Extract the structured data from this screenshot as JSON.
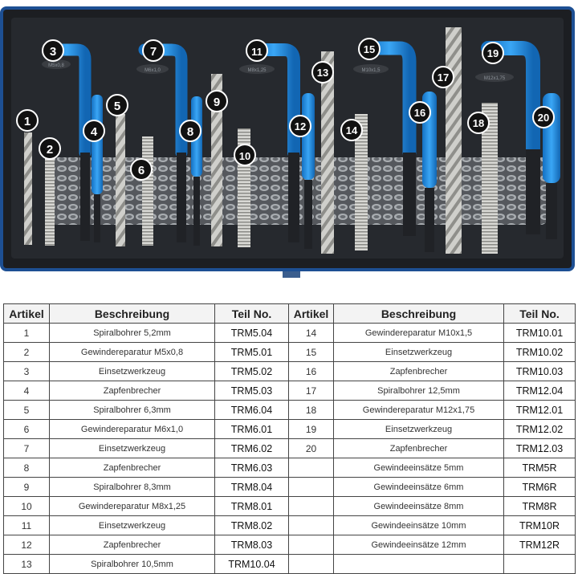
{
  "photo": {
    "badges": [
      "1",
      "2",
      "3",
      "4",
      "5",
      "6",
      "7",
      "8",
      "9",
      "10",
      "11",
      "12",
      "13",
      "14",
      "15",
      "16",
      "17",
      "18",
      "19",
      "20"
    ],
    "tool_engravings": [
      "M5x0,8",
      "M6x1,0",
      "M8x1,25",
      "M10x1,5",
      "M12x1,75"
    ],
    "colors": {
      "case": "#1c1e22",
      "tray": "#26292e",
      "handle_blue": "#1f8fe6",
      "steel": "#c9c9c5",
      "case_border": "#1d4f93"
    }
  },
  "table": {
    "headers": [
      "Artikel",
      "Beschreibung",
      "Teil No.",
      "Artikel",
      "Beschreibung",
      "Teil No."
    ],
    "left_rows": [
      {
        "artikel": "1",
        "beschreibung": "Spiralbohrer 5,2mm",
        "teil": "TRM5.04"
      },
      {
        "artikel": "2",
        "beschreibung": "Gewindereparatur M5x0,8",
        "teil": "TRM5.01"
      },
      {
        "artikel": "3",
        "beschreibung": "Einsetzwerkzeug",
        "teil": "TRM5.02"
      },
      {
        "artikel": "4",
        "beschreibung": "Zapfenbrecher",
        "teil": "TRM5.03"
      },
      {
        "artikel": "5",
        "beschreibung": "Spiralbohrer 6,3mm",
        "teil": "TRM6.04"
      },
      {
        "artikel": "6",
        "beschreibung": "Gewindereparatur M6x1,0",
        "teil": "TRM6.01"
      },
      {
        "artikel": "7",
        "beschreibung": "Einsetzwerkzeug",
        "teil": "TRM6.02"
      },
      {
        "artikel": "8",
        "beschreibung": "Zapfenbrecher",
        "teil": "TRM6.03"
      },
      {
        "artikel": "9",
        "beschreibung": "Spiralbohrer 8,3mm",
        "teil": "TRM8.04"
      },
      {
        "artikel": "10",
        "beschreibung": "Gewindereparatur M8x1,25",
        "teil": "TRM8.01"
      },
      {
        "artikel": "11",
        "beschreibung": "Einsetzwerkzeug",
        "teil": "TRM8.02"
      },
      {
        "artikel": "12",
        "beschreibung": "Zapfenbrecher",
        "teil": "TRM8.03"
      },
      {
        "artikel": "13",
        "beschreibung": "Spiralbohrer 10,5mm",
        "teil": "TRM10.04"
      }
    ],
    "right_rows": [
      {
        "artikel": "14",
        "beschreibung": "Gewindereparatur M10x1,5",
        "teil": "TRM10.01"
      },
      {
        "artikel": "15",
        "beschreibung": "Einsetzwerkzeug",
        "teil": "TRM10.02"
      },
      {
        "artikel": "16",
        "beschreibung": "Zapfenbrecher",
        "teil": "TRM10.03"
      },
      {
        "artikel": "17",
        "beschreibung": "Spiralbohrer 12,5mm",
        "teil": "TRM12.04"
      },
      {
        "artikel": "18",
        "beschreibung": "Gewindereparatur M12x1,75",
        "teil": "TRM12.01"
      },
      {
        "artikel": "19",
        "beschreibung": "Einsetzwerkzeug",
        "teil": "TRM12.02"
      },
      {
        "artikel": "20",
        "beschreibung": "Zapfenbrecher",
        "teil": "TRM12.03"
      },
      {
        "artikel": "",
        "beschreibung": "Gewindeeinsätze  5mm",
        "teil": "TRM5R"
      },
      {
        "artikel": "",
        "beschreibung": "Gewindeeinsätze  6mm",
        "teil": "TRM6R"
      },
      {
        "artikel": "",
        "beschreibung": "Gewindeeinsätze  8mm",
        "teil": "TRM8R"
      },
      {
        "artikel": "",
        "beschreibung": "Gewindeeinsätze  10mm",
        "teil": "TRM10R"
      },
      {
        "artikel": "",
        "beschreibung": "Gewindeeinsätze  12mm",
        "teil": "TRM12R"
      },
      {
        "artikel": "",
        "beschreibung": "",
        "teil": ""
      }
    ]
  }
}
